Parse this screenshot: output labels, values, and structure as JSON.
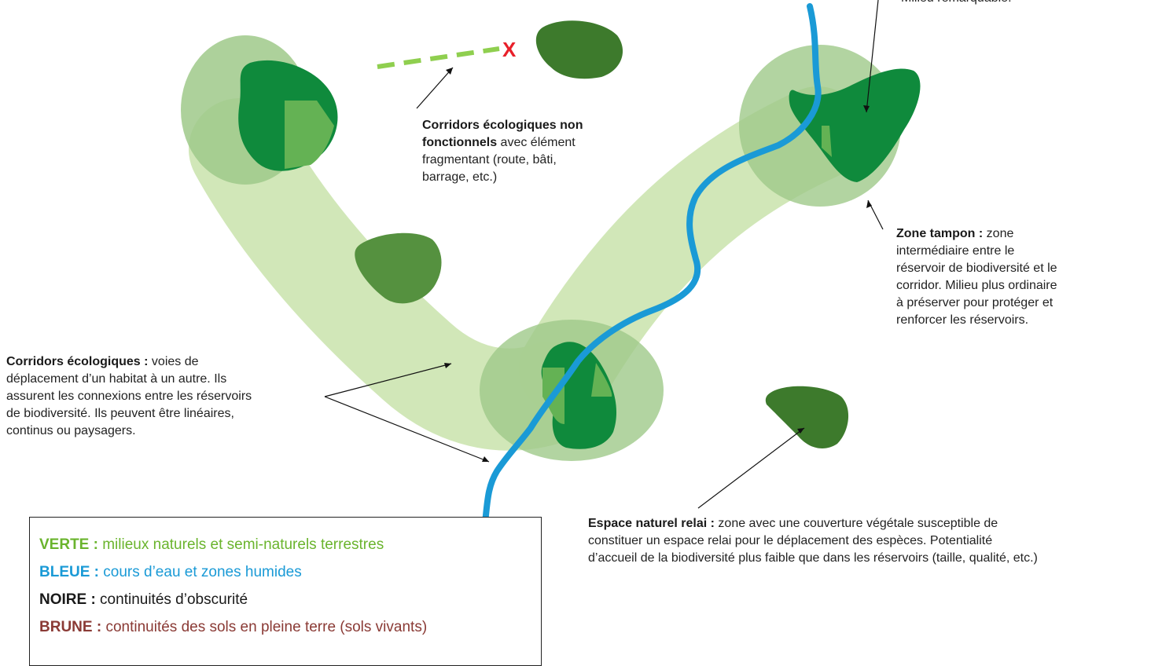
{
  "annotations": {
    "milieu": "Milieu remarquable.",
    "corridors_non_fonctionnels": {
      "title": "Corridors écologiques non",
      "title2": "fonctionnels",
      "rest1": " avec élément",
      "rest2": "fragmentant (route, bâti,",
      "rest3": "barrage, etc.)"
    },
    "zone_tampon": {
      "title": "Zone tampon :",
      "l1": " zone",
      "l2": "intermédiaire entre le",
      "l3": "réservoir de biodiversité et le",
      "l4": "corridor. Milieu plus ordinaire",
      "l5": "à préserver pour protéger et",
      "l6": "renforcer les réservoirs."
    },
    "corridors": {
      "title": "Corridors écologiques :",
      "l1": " voies de",
      "l2": "déplacement d’un habitat à un autre. Ils",
      "l3": "assurent les connexions entre les réservoirs",
      "l4": "de biodiversité. Ils peuvent être linéaires,",
      "l5": "continus ou paysagers."
    },
    "espace_relai": {
      "title": "Espace naturel relai :",
      "l1": " zone avec une couverture végétale susceptible de",
      "l2": "constituer un espace relai pour le déplacement des espèces. Potentialité",
      "l3": "d’accueil de la biodiversité plus faible que dans les réservoirs (taille, qualité, etc.)"
    },
    "x_mark": "X"
  },
  "legend": [
    {
      "label": "VERTE :",
      "text": " milieux naturels et semi-naturels terrestres",
      "color": "#6ab42d"
    },
    {
      "label": "BLEUE :",
      "text": " cours d’eau et zones humides",
      "color": "#1a9ad6"
    },
    {
      "label": "NOIRE :",
      "text": " continuités d’obscurité",
      "color": "#1a1a1a"
    },
    {
      "label": "BRUNE :",
      "text": " continuités des sols en pleine terre (sols vivants)",
      "color": "#8a3a35"
    }
  ],
  "colors": {
    "buffer": "#9fc98a",
    "corridor": "#cfe6b4",
    "reservoir": "#0f8a3c",
    "relay": "#3d7a2c",
    "river": "#1a9ad6",
    "broken_corridor": "#8fcf4f",
    "x_mark": "#e8202a"
  }
}
